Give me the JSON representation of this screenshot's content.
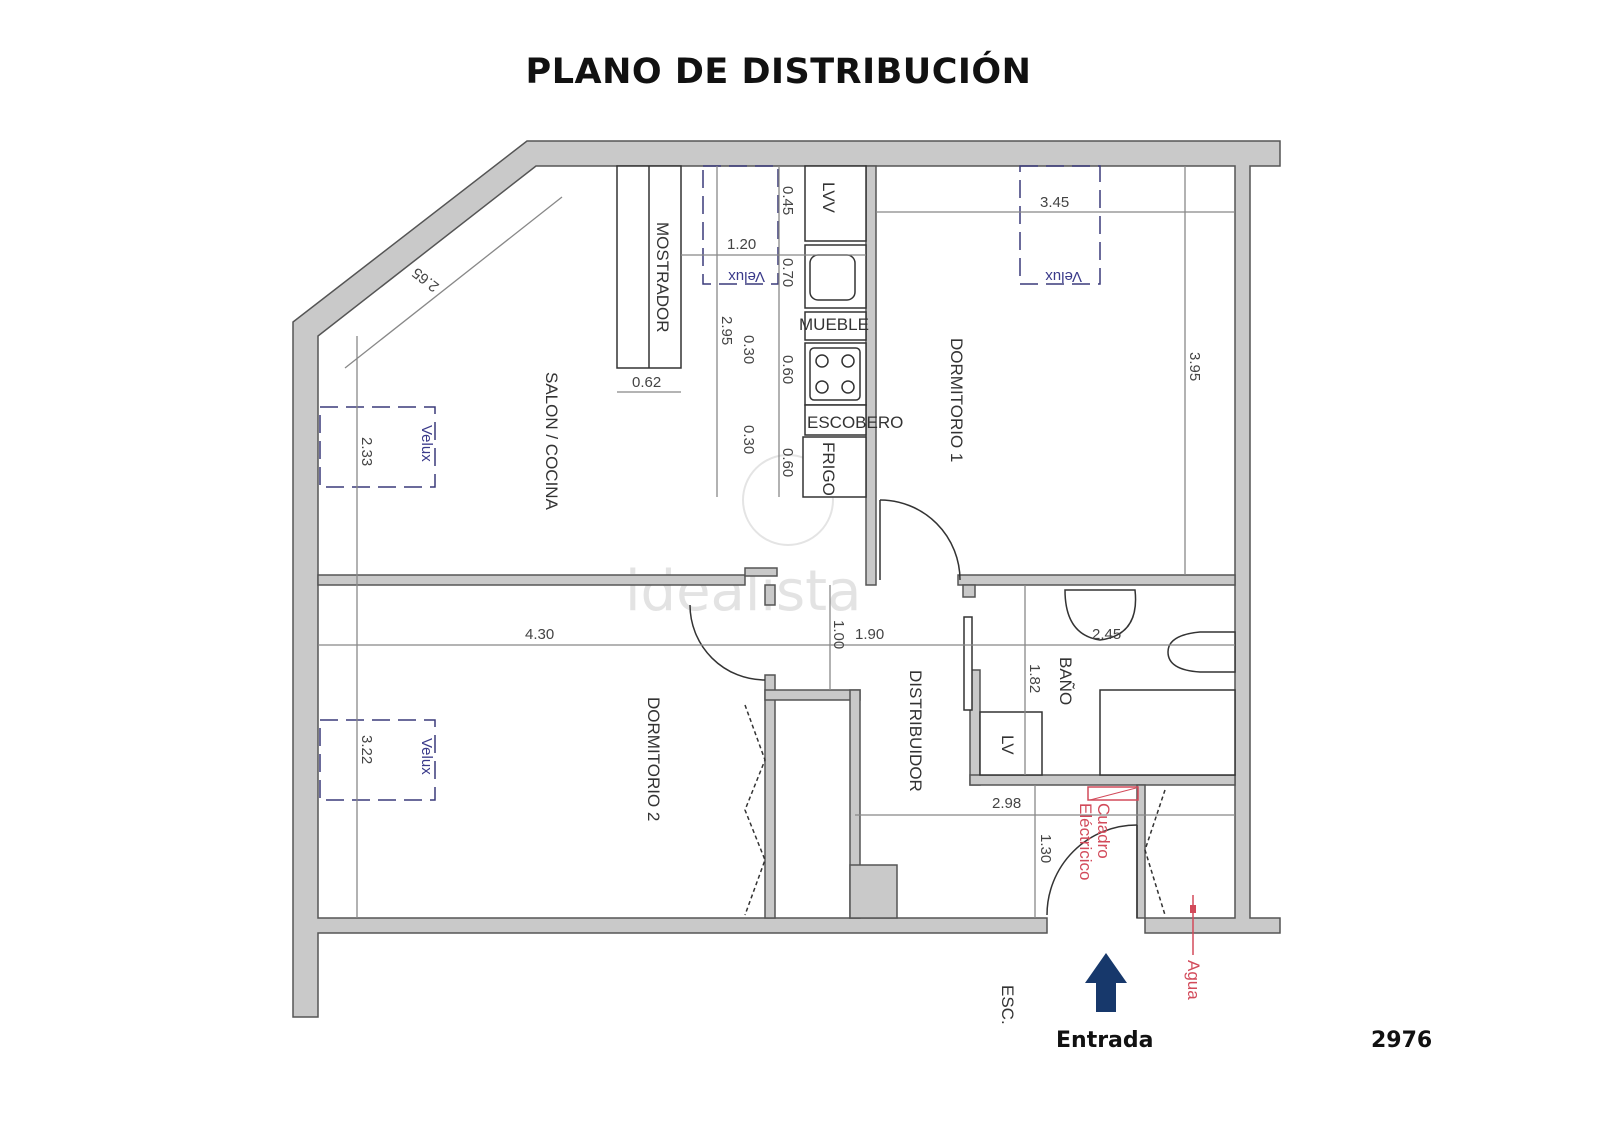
{
  "title": "PLANO DE DISTRIBUCIÓN",
  "rooms": {
    "salon": "SALON / COCINA",
    "dormitorio1": "DORMITORIO 1",
    "dormitorio2": "DORMITORIO 2",
    "distribuidor": "DISTRIBUIDOR",
    "bano": "BAÑO"
  },
  "fixtures": {
    "mostrador": "MOSTRADOR",
    "lvv": "LVV",
    "mueble": "MUEBLE",
    "escobero": "ESCOBERO",
    "frigo": "FRIGO",
    "lv": "LV",
    "velux": "Velux"
  },
  "dimensions": {
    "diag": "2.65",
    "mostrador_w": "0.62",
    "d045": "0.45",
    "d120": "1.20",
    "d070": "0.70",
    "d295": "2.95",
    "d030a": "0.30",
    "d060a": "0.60",
    "d030b": "0.30",
    "d060b": "0.60",
    "d345": "3.45",
    "d395": "3.95",
    "d233": "2.33",
    "d430": "4.30",
    "d100": "1.00",
    "d190": "1.90",
    "d245": "2.45",
    "d182": "1.82",
    "d322": "3.22",
    "d298": "2.98",
    "d130": "1.30"
  },
  "annotations": {
    "cuadro": "Cuadro",
    "electrico": "Eléctricico",
    "agua": "Agua",
    "esc": "ESC.",
    "entrada": "Entrada",
    "ref": "2976"
  },
  "watermark": "idealista",
  "colors": {
    "wall": "#c9c9c9",
    "arrow": "#17386b",
    "red": "#d24a5a"
  }
}
